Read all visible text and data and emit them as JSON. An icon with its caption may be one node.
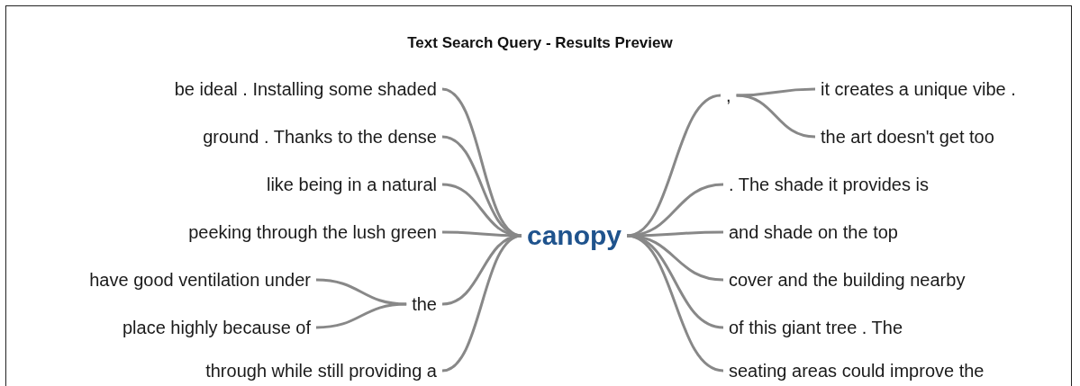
{
  "diagram": {
    "title": "Text Search Query - Results Preview",
    "nodes": [
      {
        "text": [
          "canopy"
        ]
      },
      {
        "text": [
          "be ideal . Installing some shaded"
        ]
      },
      {
        "text": [
          "ground . Thanks to the dense"
        ]
      },
      {
        "text": [
          "like being in a natural"
        ]
      },
      {
        "text": [
          "peeking through the lush green"
        ]
      },
      {
        "text": [
          "the"
        ]
      },
      {
        "text": [
          "have good ventilation under"
        ]
      },
      {
        "text": [
          "place highly because of"
        ]
      },
      {
        "text": [
          "through while still providing a"
        ]
      },
      {
        "text": [
          ","
        ]
      },
      {
        "text": [
          "it creates a unique vibe ."
        ]
      },
      {
        "text": [
          "the art doesn't get too"
        ]
      },
      {
        "text": [
          ". The shade it provides is"
        ]
      },
      {
        "text": [
          "and shade on the top"
        ]
      },
      {
        "text": [
          "cover and the building nearby"
        ]
      },
      {
        "text": [
          "of this giant tree . The"
        ]
      },
      {
        "text": [
          "seating areas could improve the"
        ]
      }
    ],
    "edges": [
      {
        "from": 1,
        "to": 0,
        "arrow": "none"
      },
      {
        "from": 2,
        "to": 0,
        "arrow": "none"
      },
      {
        "from": 3,
        "to": 0,
        "arrow": "none"
      },
      {
        "from": 4,
        "to": 0,
        "arrow": "none"
      },
      {
        "from": 6,
        "to": 5,
        "arrow": "none"
      },
      {
        "from": 7,
        "to": 5,
        "arrow": "none"
      },
      {
        "from": 5,
        "to": 0,
        "arrow": "none"
      },
      {
        "from": 8,
        "to": 0,
        "arrow": "none"
      },
      {
        "from": 0,
        "to": 9,
        "arrow": "none"
      },
      {
        "from": 9,
        "to": 10,
        "arrow": "none"
      },
      {
        "from": 9,
        "to": 11,
        "arrow": "none"
      },
      {
        "from": 0,
        "to": 12,
        "arrow": "none"
      },
      {
        "from": 0,
        "to": 13,
        "arrow": "none"
      },
      {
        "from": 0,
        "to": 14,
        "arrow": "none"
      },
      {
        "from": 0,
        "to": 15,
        "arrow": "none"
      },
      {
        "from": 0,
        "to": 16,
        "arrow": "none"
      }
    ]
  }
}
